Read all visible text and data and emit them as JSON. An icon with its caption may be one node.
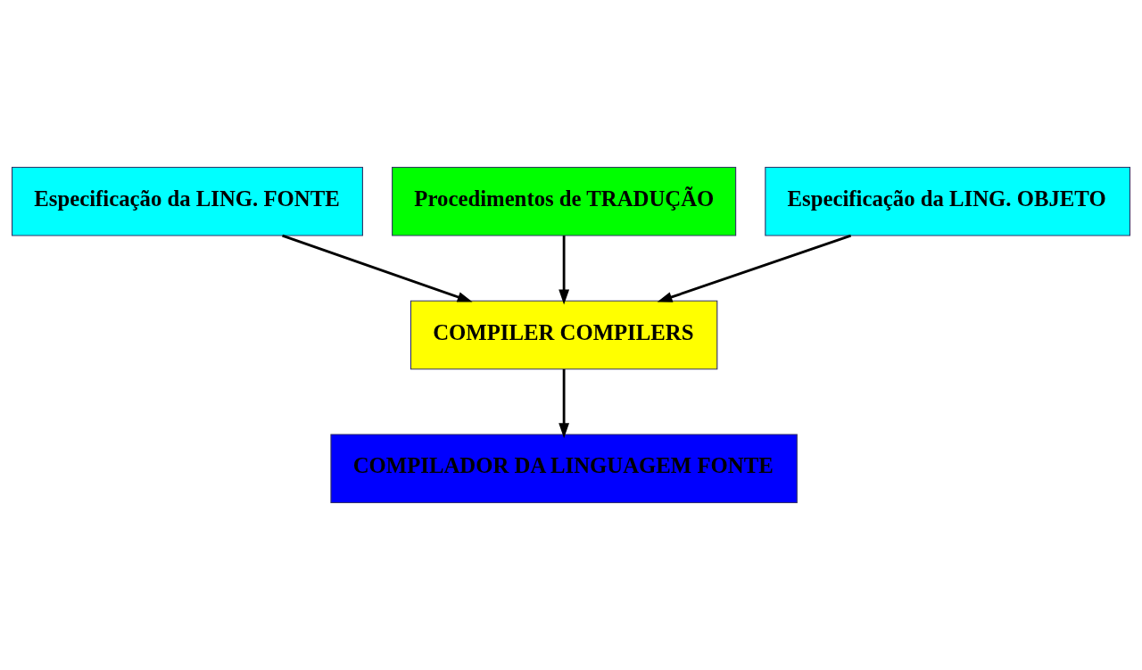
{
  "diagram": {
    "nodes": [
      {
        "text": [
          "Especificação da LING. FONTE"
        ]
      },
      {
        "text": [
          "Procedimentos de TRADUÇÃO"
        ]
      },
      {
        "text": [
          "Especificação da LING. OBJETO"
        ]
      },
      {
        "text": [
          "COMPILER COMPILERS"
        ]
      },
      {
        "text": [
          "COMPILADOR DA LINGUAGEM FONTE"
        ]
      }
    ],
    "edges": [
      {
        "from": 0,
        "to": 3,
        "arrow": "to"
      },
      {
        "from": 1,
        "to": 3,
        "arrow": "to"
      },
      {
        "from": 2,
        "to": 3,
        "arrow": "to"
      },
      {
        "from": 3,
        "to": 4,
        "arrow": "to"
      }
    ]
  }
}
